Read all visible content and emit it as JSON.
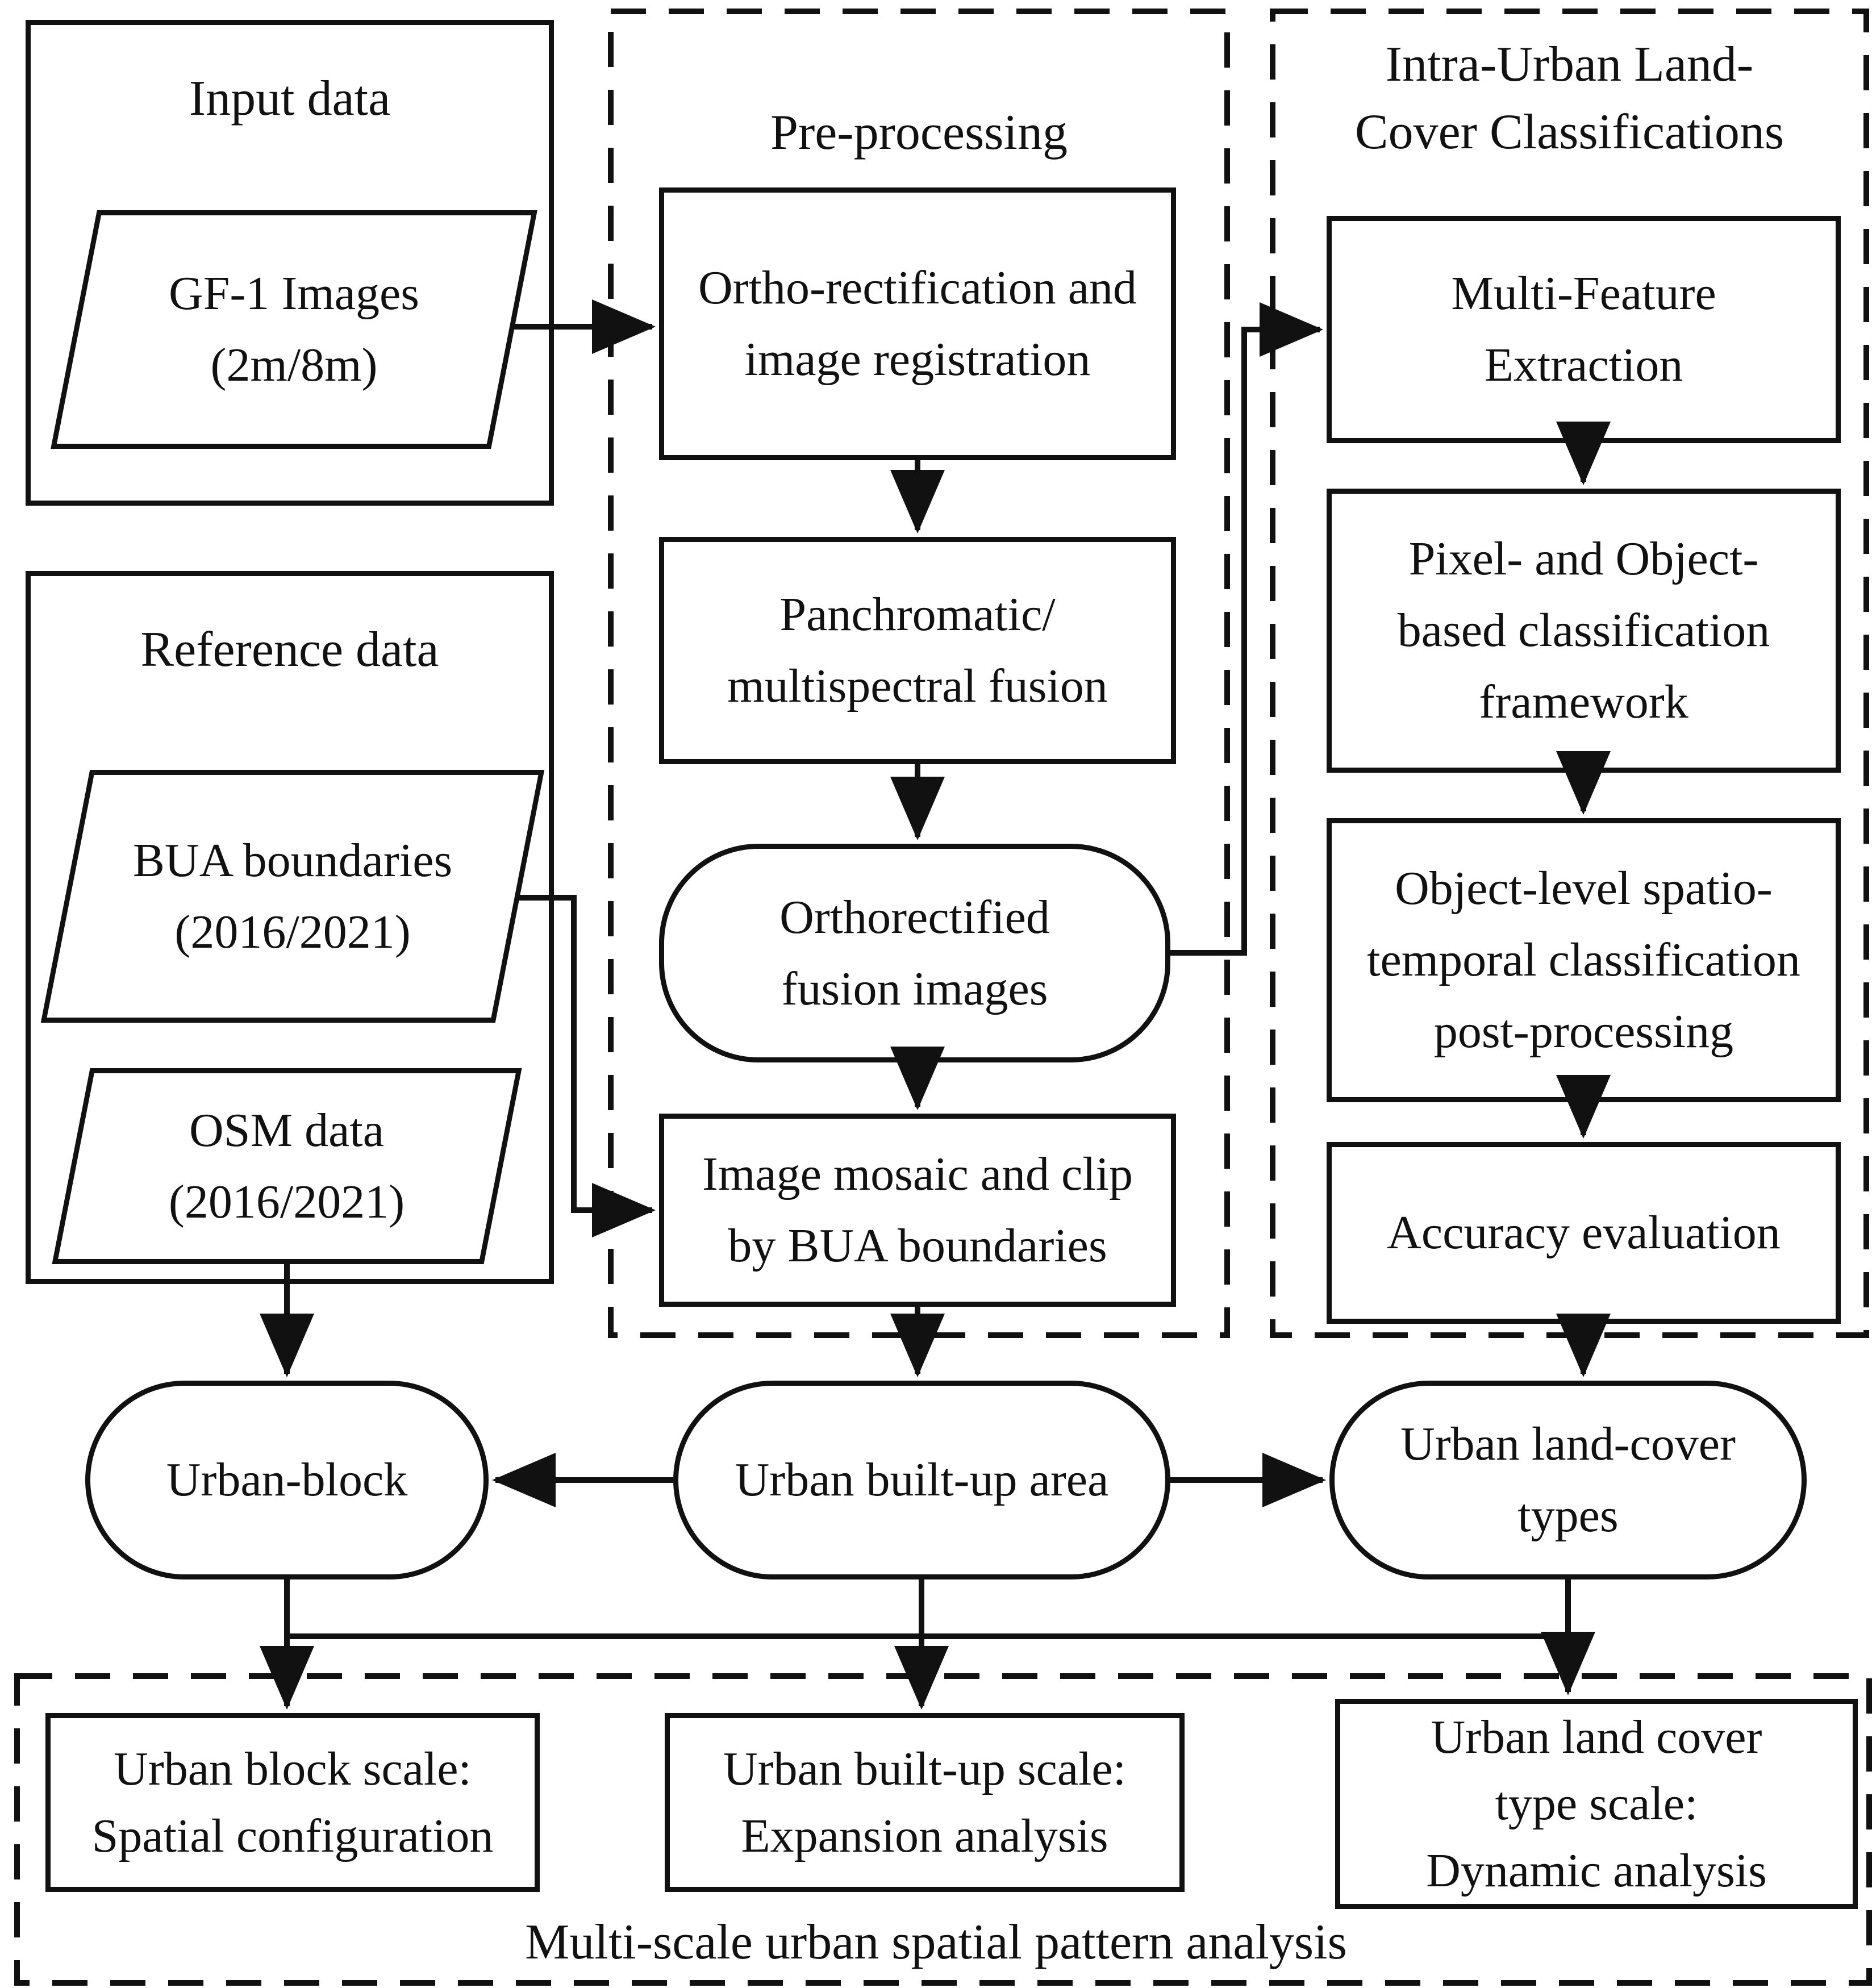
{
  "diagram": {
    "input": {
      "title": "Input data",
      "gf1": "GF-1 Images\n(2m/8m)"
    },
    "reference": {
      "title": "Reference data",
      "bua": "BUA  boundaries\n(2016/2021)",
      "osm": "OSM data\n(2016/2021)"
    },
    "preprocessing": {
      "title": "Pre-processing",
      "ortho": "Ortho-rectification and\nimage registration",
      "fusion": "Panchromatic/\nmultispectral fusion",
      "orthorectified": "Orthorectified\nfusion images",
      "mosaic": "Image mosaic and clip\nby BUA boundaries"
    },
    "classification": {
      "title": "Intra-Urban Land-\nCover Classifications",
      "multi_feature": "Multi-Feature\nExtraction",
      "pixel_object": "Pixel- and Object-\nbased classification\nframework",
      "object_level": "Object-level spatio-\ntemporal classification\npost-processing",
      "accuracy": "Accuracy evaluation"
    },
    "outputs": {
      "urban_block": "Urban-block",
      "urban_built": "Urban built-up area",
      "urban_lc": "Urban land-cover\ntypes"
    },
    "analysis": {
      "title": "Multi-scale urban spatial pattern analysis",
      "block_scale": "Urban block scale:\nSpatial configuration",
      "built_scale": "Urban built-up scale:\nExpansion analysis",
      "lc_scale": "Urban land cover\ntype scale:\nDynamic analysis"
    }
  },
  "colors": {
    "line": "#111111",
    "background": "#ffffff"
  }
}
